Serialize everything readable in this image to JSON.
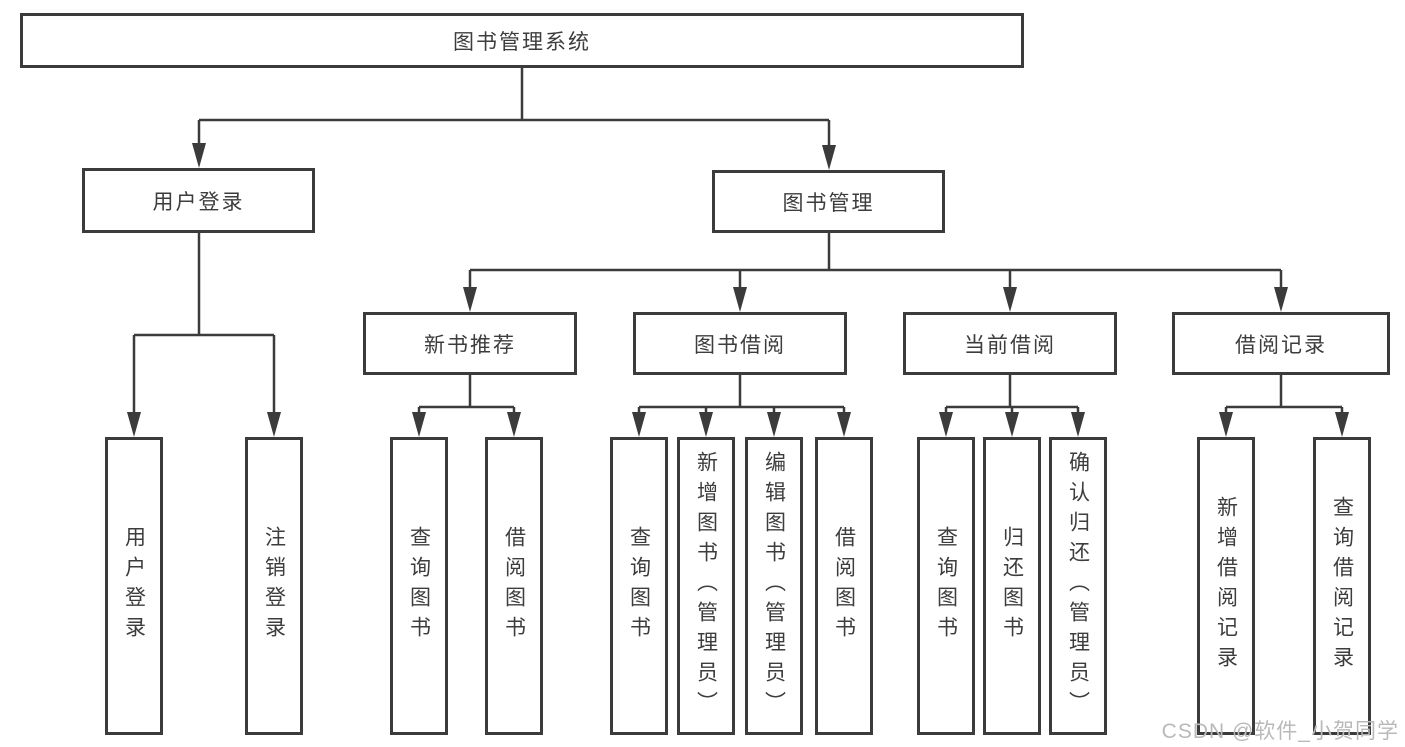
{
  "diagram": {
    "root": {
      "label": "图书管理系统"
    },
    "branches": {
      "user_login": {
        "label": "用户登录",
        "children": {
          "login": {
            "label": "用户登录"
          },
          "logout": {
            "label": "注销登录"
          }
        }
      },
      "book_mgmt": {
        "label": "图书管理",
        "children": {
          "new_book": {
            "label": "新书推荐",
            "children": {
              "query": {
                "label": "查询图书"
              },
              "borrow": {
                "label": "借阅图书"
              }
            }
          },
          "book_borrow": {
            "label": "图书借阅",
            "children": {
              "query": {
                "label": "查询图书"
              },
              "add": {
                "label": "新增图书（管理员）"
              },
              "edit": {
                "label": "编辑图书（管理员）"
              },
              "borrow": {
                "label": "借阅图书"
              }
            }
          },
          "current_borrow": {
            "label": "当前借阅",
            "children": {
              "query": {
                "label": "查询图书"
              },
              "return": {
                "label": "归还图书"
              },
              "confirm": {
                "label": "确认归还（管理员）"
              }
            }
          },
          "borrow_record": {
            "label": "借阅记录",
            "children": {
              "add": {
                "label": "新增借阅记录"
              },
              "query": {
                "label": "查询借阅记录"
              }
            }
          }
        }
      }
    }
  },
  "watermark": {
    "text": "CSDN @软件_小贺同学"
  },
  "colors": {
    "line": "#3b3b3b",
    "text": "#3d3d3d",
    "background": "#ffffff",
    "watermark": "#b9b9b9"
  }
}
